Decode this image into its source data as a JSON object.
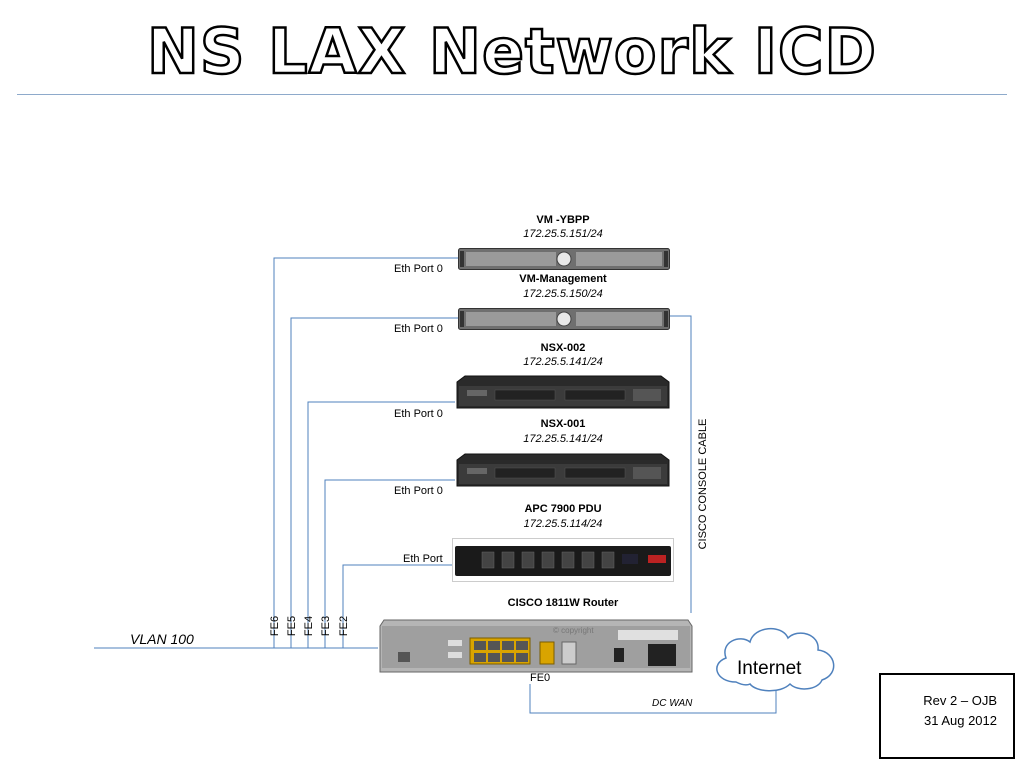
{
  "title": "NS LAX Network ICD",
  "devices": [
    {
      "name": "VM -YBPP",
      "ip": "172.25.5.151/24",
      "port": "Eth Port 0"
    },
    {
      "name": "VM-Management",
      "ip": "172.25.5.150/24",
      "port": "Eth Port 0"
    },
    {
      "name": "NSX-002",
      "ip": "172.25.5.141/24",
      "port": "Eth Port 0"
    },
    {
      "name": "NSX-001",
      "ip": "172.25.5.141/24",
      "port": "Eth Port 0"
    },
    {
      "name": "APC 7900 PDU",
      "ip": "172.25.5.114/24",
      "port": "Eth Port"
    }
  ],
  "router": {
    "name": "CISCO 1811W Router",
    "copyright": "© copyright"
  },
  "switch_ports": [
    "FE6",
    "FE5",
    "FE4",
    "FE3",
    "FE2"
  ],
  "wan_port": "FE0",
  "console_cable": "CISCO CONSOLE CABLE",
  "vlan": "VLAN 100",
  "internet": "Internet",
  "dc_wan": "DC WAN",
  "revision": {
    "rev": "Rev 2 – OJB",
    "date": "31 Aug 2012"
  },
  "colors": {
    "wire": "#4f81bd",
    "server": "#7a7a7a",
    "pdu": "#1a1a1a",
    "router": "#a8a8a8"
  }
}
